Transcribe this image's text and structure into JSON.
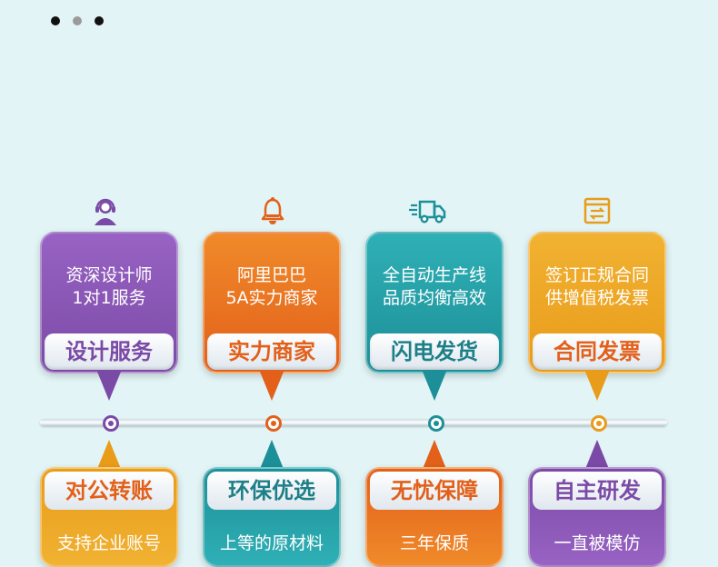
{
  "carousel": {
    "dots": [
      "active",
      "inactive",
      "active"
    ]
  },
  "colors": {
    "purple": "#7b4aa6",
    "orange": "#e2601a",
    "teal": "#1d8f98",
    "amber": "#e99b1a"
  },
  "top_cards": [
    {
      "icon": "support-agent-icon",
      "line1": "资深设计师",
      "line2": "1对1服务",
      "title": "设计服务",
      "theme": "purple"
    },
    {
      "icon": "bell-icon",
      "line1": "阿里巴巴",
      "line2": "5A实力商家",
      "title": "实力商家",
      "theme": "orange"
    },
    {
      "icon": "delivery-truck-icon",
      "line1": "全自动生产线",
      "line2": "品质均衡高效",
      "title": "闪电发货",
      "theme": "teal"
    },
    {
      "icon": "invoice-icon",
      "line1": "签订正规合同",
      "line2": "供增值税发票",
      "title": "合同发票",
      "theme": "amber"
    }
  ],
  "bottom_cards": [
    {
      "title": "对公转账",
      "line1": "支持企业账号",
      "theme": "amber"
    },
    {
      "title": "环保优选",
      "line1": "上等的原材料",
      "theme": "teal"
    },
    {
      "title": "无忧保障",
      "line1": "三年保质",
      "theme": "orange"
    },
    {
      "title": "自主研发",
      "line1": "一直被模仿",
      "theme": "purple"
    }
  ]
}
